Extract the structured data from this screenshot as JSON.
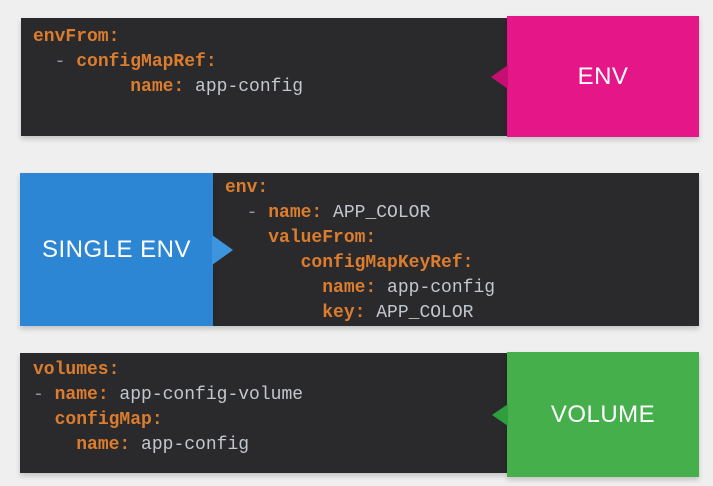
{
  "colors": {
    "page_background": "#EFEFF0",
    "code_background": "#2A2A2D",
    "yaml_key": "#DC7D2E",
    "yaml_value": "#C2C7CD",
    "yaml_dash": "#909AA6",
    "env_label_bg": "#E51788",
    "env_pointer": "#C60F72",
    "single_env_label_bg": "#2C86D3",
    "single_env_pointer": "#3E95DF",
    "volume_label_bg": "#45AF4B",
    "volume_pointer": "#2F9E3C",
    "label_text": "#FFFFFF"
  },
  "sections": [
    {
      "label": "ENV",
      "label_side": "right",
      "code": [
        {
          "key": "envFrom:"
        },
        {
          "indent": "  ",
          "dash": "- ",
          "key": "configMapRef:"
        },
        {
          "indent": "         ",
          "key": "name:",
          "value": " app-config"
        }
      ]
    },
    {
      "label": "SINGLE ENV",
      "label_side": "left",
      "code": [
        {
          "key": "env:"
        },
        {
          "indent": "  ",
          "dash": "- ",
          "key": "name:",
          "value": " APP_COLOR"
        },
        {
          "indent": "    ",
          "key": "valueFrom:"
        },
        {
          "indent": "       ",
          "key": "configMapKeyRef:"
        },
        {
          "indent": "         ",
          "key": "name:",
          "value": " app-config"
        },
        {
          "indent": "         ",
          "key": "key:",
          "value": " APP_COLOR"
        }
      ]
    },
    {
      "label": "VOLUME",
      "label_side": "right",
      "code": [
        {
          "key": "volumes:"
        },
        {
          "dash": "- ",
          "key": "name:",
          "value": " app-config-volume"
        },
        {
          "indent": "  ",
          "key": "configMap:"
        },
        {
          "indent": "    ",
          "key": "name:",
          "value": " app-config"
        }
      ]
    }
  ]
}
